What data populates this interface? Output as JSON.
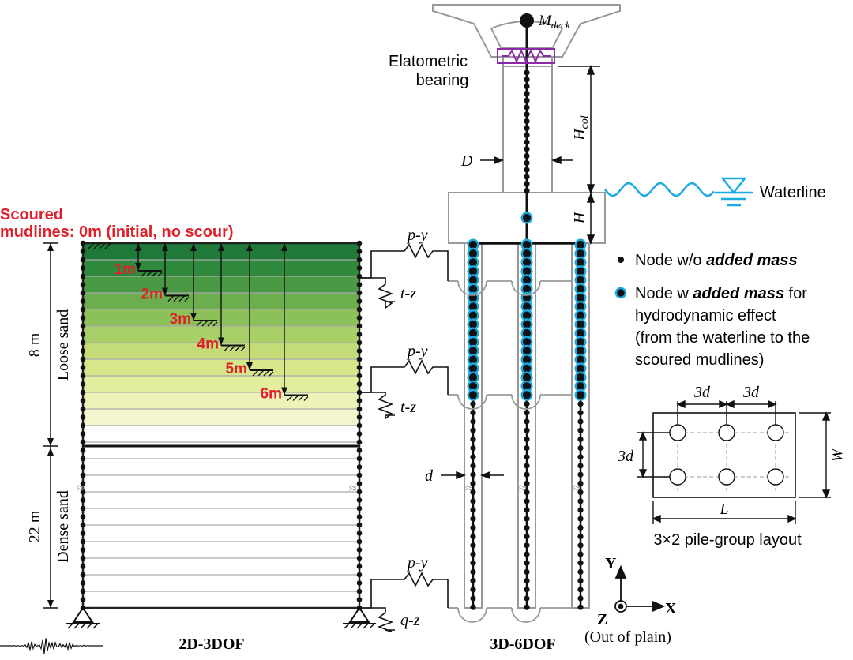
{
  "colors": {
    "scour_red": "#e0202a",
    "water_blue": "#1aa9e0",
    "bearing_purple": "#8a2aa8",
    "structure_gray": "#9a9a9a",
    "soil_layers": [
      "#1f7a3a",
      "#2f8a3e",
      "#4a9a45",
      "#6cae4e",
      "#8cc15a",
      "#a9cf68",
      "#c3dc78",
      "#d6e68a",
      "#e3ed9e",
      "#ecf2b8",
      "#f3f6cf"
    ]
  },
  "title_scour": "Scoured",
  "title_mudlines": "mudlines",
  "initial_note": ": 0m (initial, no scour)",
  "depth_loose": "8 m",
  "depth_dense": "22 m",
  "label_loose": "Loose sand",
  "label_dense": "Dense sand",
  "scour_depths": [
    "1m",
    "2m",
    "3m",
    "4m",
    "5m",
    "6m"
  ],
  "model_2d": "2D-3DOF",
  "model_3d": "3D-6DOF",
  "deck_mass_main": "M",
  "deck_mass_sub": "deck",
  "bearing_line1": "Elatometric",
  "bearing_line2": "bearing",
  "h_col_main": "H",
  "h_col_sub": "col",
  "col_diameter": "D",
  "cap_height": "H",
  "waterline": "Waterline",
  "springs": {
    "py": "p-y",
    "tz": "t-z",
    "qz": "q-z"
  },
  "pile_diameter": "d",
  "legend": {
    "no_mass_text": "Node w/o ",
    "no_mass_em": "added mass",
    "mass_prefix": "Node w ",
    "mass_em": "added mass",
    "mass_suffix": " for",
    "mass_line2": "hydrodynamic effect",
    "mass_line3": "(from the waterline to the",
    "mass_line4": "scoured mudlines)"
  },
  "layout": {
    "spacing_x1": "3d",
    "spacing_x2": "3d",
    "spacing_y": "3d",
    "width": "W",
    "length": "L",
    "caption": "3×2 pile-group layout"
  },
  "axes": {
    "y": "Y",
    "x": "X",
    "z": "Z",
    "note": "(Out of plain)"
  }
}
